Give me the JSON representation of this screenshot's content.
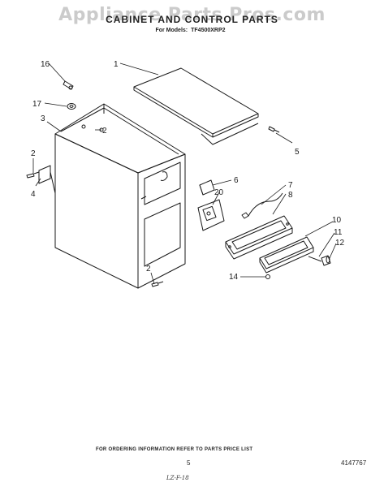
{
  "watermark": "Appliance Parts Pros.com",
  "title": "CABINET AND CONTROL PARTS",
  "models_label": "For Models:",
  "models_value": "TF4500XRP2",
  "callouts": {
    "c1": "1",
    "c2a": "2",
    "c2b": "2",
    "c2c": "2",
    "c3": "3",
    "c4": "4",
    "c5": "5",
    "c6": "6",
    "c7": "7",
    "c8": "8",
    "c10": "10",
    "c11": "11",
    "c12": "12",
    "c14": "14",
    "c16": "16",
    "c17": "17",
    "c20": "20"
  },
  "footer_note": "FOR ORDERING INFORMATION REFER TO PARTS PRICE LIST",
  "page_number": "5",
  "doc_number": "4147767",
  "handwritten_code": "LZ-F-18"
}
